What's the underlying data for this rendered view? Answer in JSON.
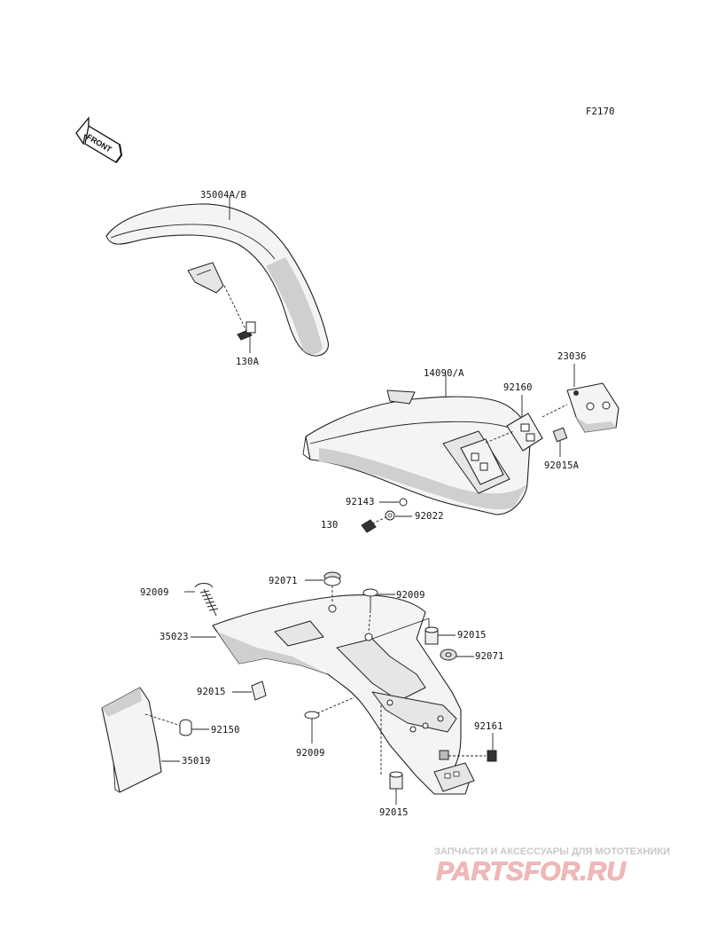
{
  "figure_code": "F2170",
  "front_arrow": {
    "label": "FRONT"
  },
  "callouts": {
    "front_fender": "35004A/B",
    "front_fender_bolt": "130A",
    "rear_fender": "14090/A",
    "bracket": "23036",
    "plate": "92160",
    "collar_a": "92015A",
    "bolt_92143": "92143",
    "washer_92022": "92022",
    "bolt_130": "130",
    "bolt_92009_left": "92009",
    "grommet_top": "92071",
    "bolt_92009_top": "92009",
    "inner_fender": "35023",
    "collar_right": "92015",
    "grommet_right": "92071",
    "collar_left": "92015",
    "bolt_92150": "92150",
    "flap": "35019",
    "bolt_92009_bottom": "92009",
    "nut_92161": "92161",
    "collar_bottom": "92015"
  },
  "watermark": {
    "tagline": "ЗАПЧАСТИ И АКСЕССУАРЫ ДЛЯ МОТОТЕХНИКИ",
    "logo": "PARTSFOR.RU"
  }
}
